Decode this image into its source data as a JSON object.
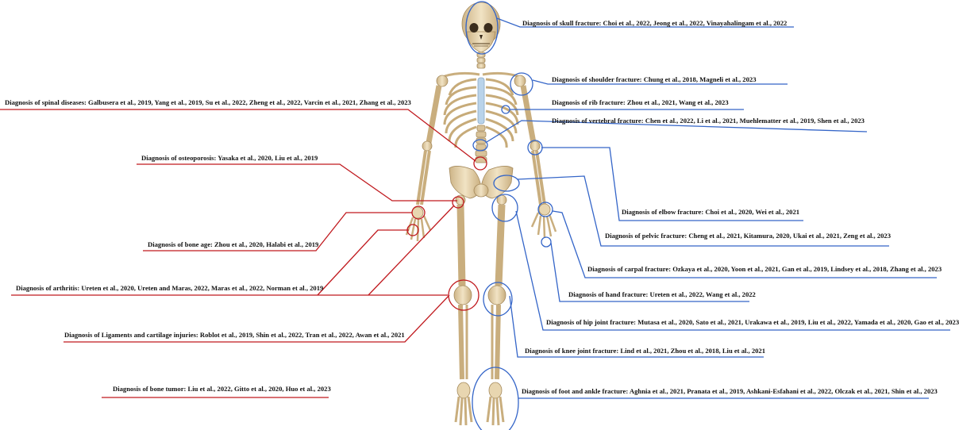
{
  "colors": {
    "right_side": "#3465c8",
    "left_side": "#c0191e",
    "bone": "#e6d2ad",
    "bone_edge": "#a58a5c",
    "spine_blue": "#b9d3ea"
  },
  "labels": {
    "skull": "Diagnosis of skull fracture: Choi et al., 2022, Jeong et al., 2022, Vinayahalingam et al., 2022",
    "shoulder": "Diagnosis of shoulder fracture: Chung et al., 2018, Magneli et al., 2023",
    "rib": "Diagnosis of rib fracture: Zhou et al., 2021, Wang et al., 2023",
    "vertebral": "Diagnosis of vertebral fracture: Chen et al., 2022, Li et al., 2021, Muehlematter et al., 2019, Shen et al., 2023",
    "elbow": "Diagnosis of elbow fracture: Choi et al., 2020, Wei et al., 2021",
    "pelvic": "Diagnosis of pelvic fracture: Cheng et al., 2021, Kitamura, 2020, Ukai et al., 2021, Zeng et al., 2023",
    "carpal": "Diagnosis of carpal fracture: Ozkaya et al., 2020, Yoon et al., 2021, Gan et al., 2019, Lindsey et al., 2018, Zhang et al., 2023",
    "hand": "Diagnosis of hand fracture: Ureten et al., 2022, Wang et al., 2022",
    "hip": "Diagnosis of hip joint fracture: Mutasa et al., 2020, Sato et al., 2021, Urakawa et al., 2019, Liu et al., 2022, Yamada et al., 2020, Gao et al., 2023",
    "knee": "Diagnosis of knee joint fracture: Lind et al., 2021, Zhou et al., 2018, Liu et al., 2021",
    "foot": "Diagnosis of foot and ankle fracture: Aghnia et al., 2021, Pranata et al., 2019, Ashkani-Esfahani et al., 2022, Olczak et al., 2021, Shin et al., 2023",
    "spinal": "Diagnosis of spinal diseases: Galbusera et al., 2019, Yang et al., 2019, Su et al., 2022, Zheng et al., 2022, Varcin et al., 2021, Zhang et al., 2023",
    "osteoporosis": "Diagnosis of osteoporosis: Yasaka et al., 2020, Liu et al., 2019",
    "bone_age": "Diagnosis of bone age: Zhou et al., 2020, Halabi et al., 2019",
    "arthritis": "Diagnosis of arthritis: Ureten et al., 2020, Ureten and Maras, 2022, Maras et al., 2022, Norman et al., 2019",
    "ligaments": "Diagnosis of Ligaments and cartilage injuries: Roblot et al.,  2019, Shin et al., 2022, Tran et al., 2022, Awan et al., 2021",
    "bone_tumor": "Diagnosis of bone tumor: Liu et al., 2022, Gitto et al., 2020, Huo et al., 2023"
  }
}
